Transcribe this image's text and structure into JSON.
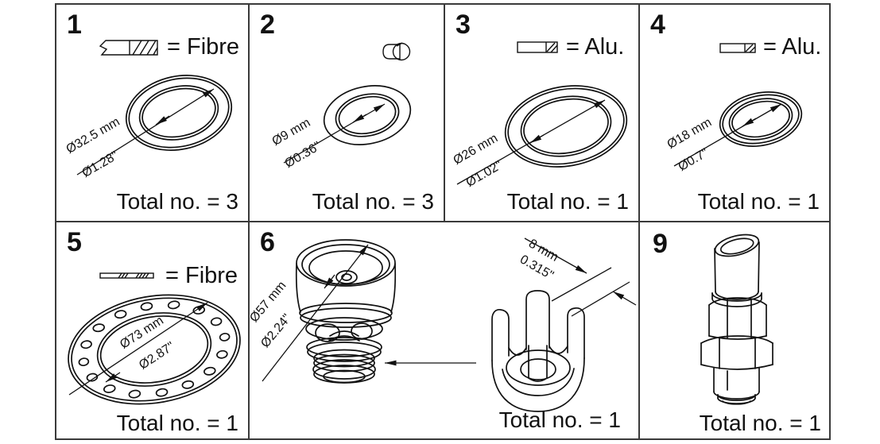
{
  "page": {
    "background_color": "#ffffff",
    "line_color": "#111111",
    "border_color": "#3a3a3a"
  },
  "legend_icons": {
    "fibre_section": "fibre-cross-section-icon",
    "solid_round": "solid-round-cross-section-icon",
    "alu_section": "alu-cross-section-icon",
    "fibre_thin": "thin-fibre-cross-section-icon"
  },
  "panels": {
    "p1": {
      "number": "1",
      "legend_label": "= Fibre",
      "dim_mm": "Ø32.5 mm",
      "dim_in": "Ø1.28\"",
      "total": "Total no. = 3",
      "part": "fibre-washer"
    },
    "p2": {
      "number": "2",
      "dim_mm": "Ø9 mm",
      "dim_in": "Ø0.36\"",
      "total": "Total no. = 3",
      "part": "gasket-ring"
    },
    "p3": {
      "number": "3",
      "legend_label": "= Alu.",
      "dim_mm": "Ø26 mm",
      "dim_in": "Ø1.02\"",
      "total": "Total no. = 1",
      "part": "alu-washer"
    },
    "p4": {
      "number": "4",
      "legend_label": "= Alu.",
      "dim_mm": "Ø18 mm",
      "dim_in": "Ø0.7\"",
      "total": "Total no. = 1",
      "part": "alu-washer"
    },
    "p5": {
      "number": "5",
      "legend_label": "= Fibre",
      "dim_mm": "Ø73 mm",
      "dim_in": "Ø2.87\"",
      "total": "Total no. = 1",
      "part": "fibre-flange-gasket"
    },
    "p6": {
      "number": "6",
      "dim_mm": "Ø57 mm",
      "dim_in": "Ø2.24\"",
      "dim2_mm": "8 mm",
      "dim2_in": "0.315\"",
      "total": "Total no. = 1",
      "part": "valve-cartridge-and-clamp"
    },
    "p9": {
      "number": "9",
      "total": "Total no. = 1",
      "part": "hex-bonnet-plug"
    }
  }
}
